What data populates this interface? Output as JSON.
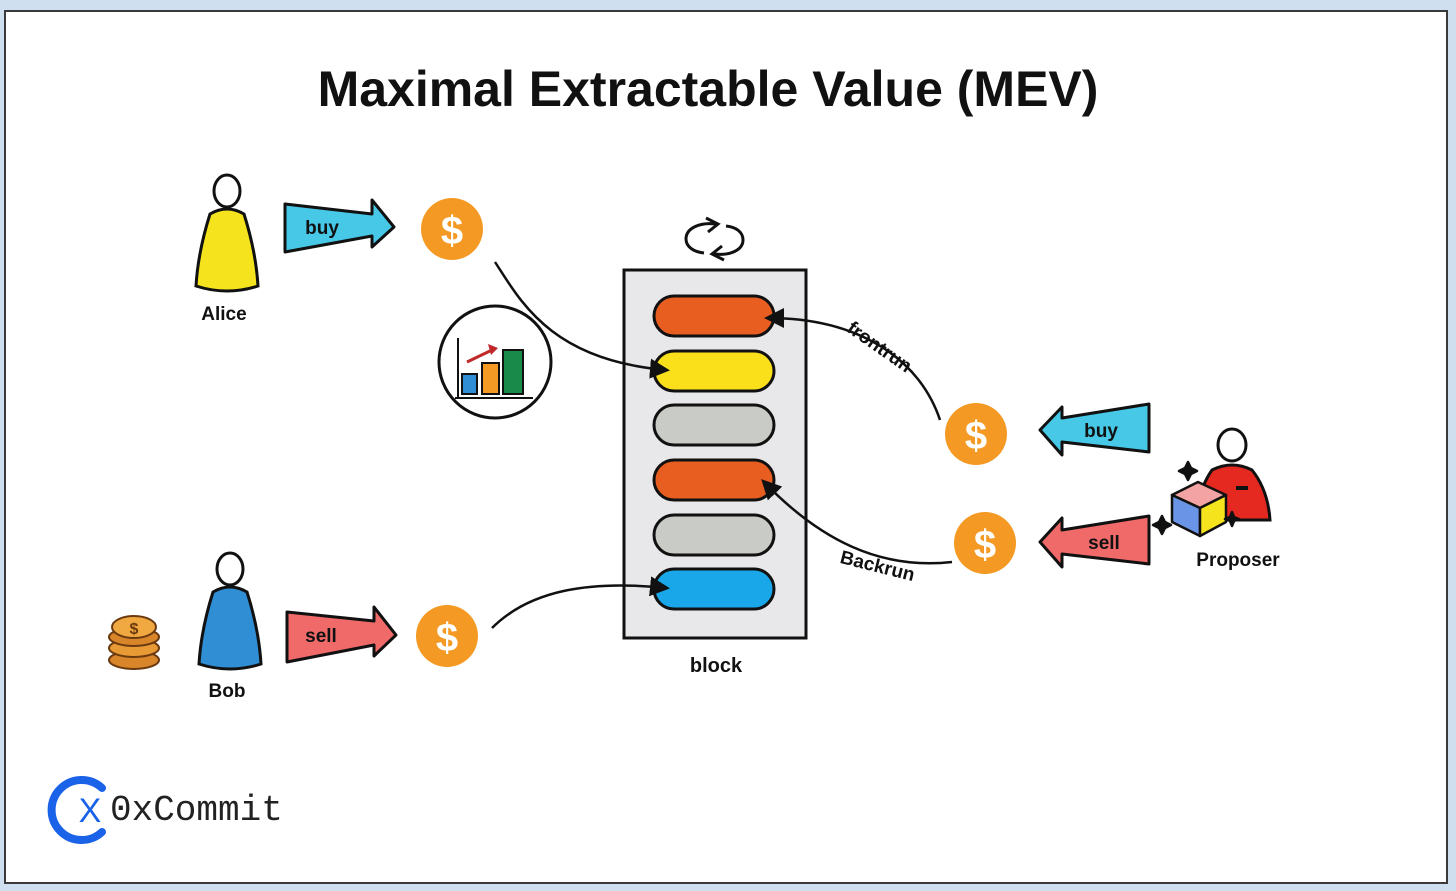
{
  "title": "Maximal Extractable Value (MEV)",
  "actors": {
    "alice": "Alice",
    "bob": "Bob",
    "proposer": "Proposer"
  },
  "arrows": {
    "alice_action": "buy",
    "bob_action": "sell",
    "proposer_buy": "buy",
    "proposer_sell": "sell"
  },
  "edges": {
    "frontrun": "frontrun",
    "backrun": "Backrun"
  },
  "block": {
    "label": "block",
    "tx_colors": [
      "#e85d20",
      "#f9e01a",
      "#c9cbc6",
      "#e85d20",
      "#c9cbc6",
      "#1aa7ea"
    ]
  },
  "symbols": {
    "dollar": "$"
  },
  "brand": {
    "name": "0xCommit",
    "logo_letter": "X",
    "color": "#1a62e8"
  },
  "colors": {
    "coin": "#f49a24",
    "buy_arrow": "#46c8e6",
    "sell_arrow": "#f06a6a",
    "alice": "#f5e31e",
    "bob": "#2f8ed4",
    "proposer": "#e52920"
  }
}
